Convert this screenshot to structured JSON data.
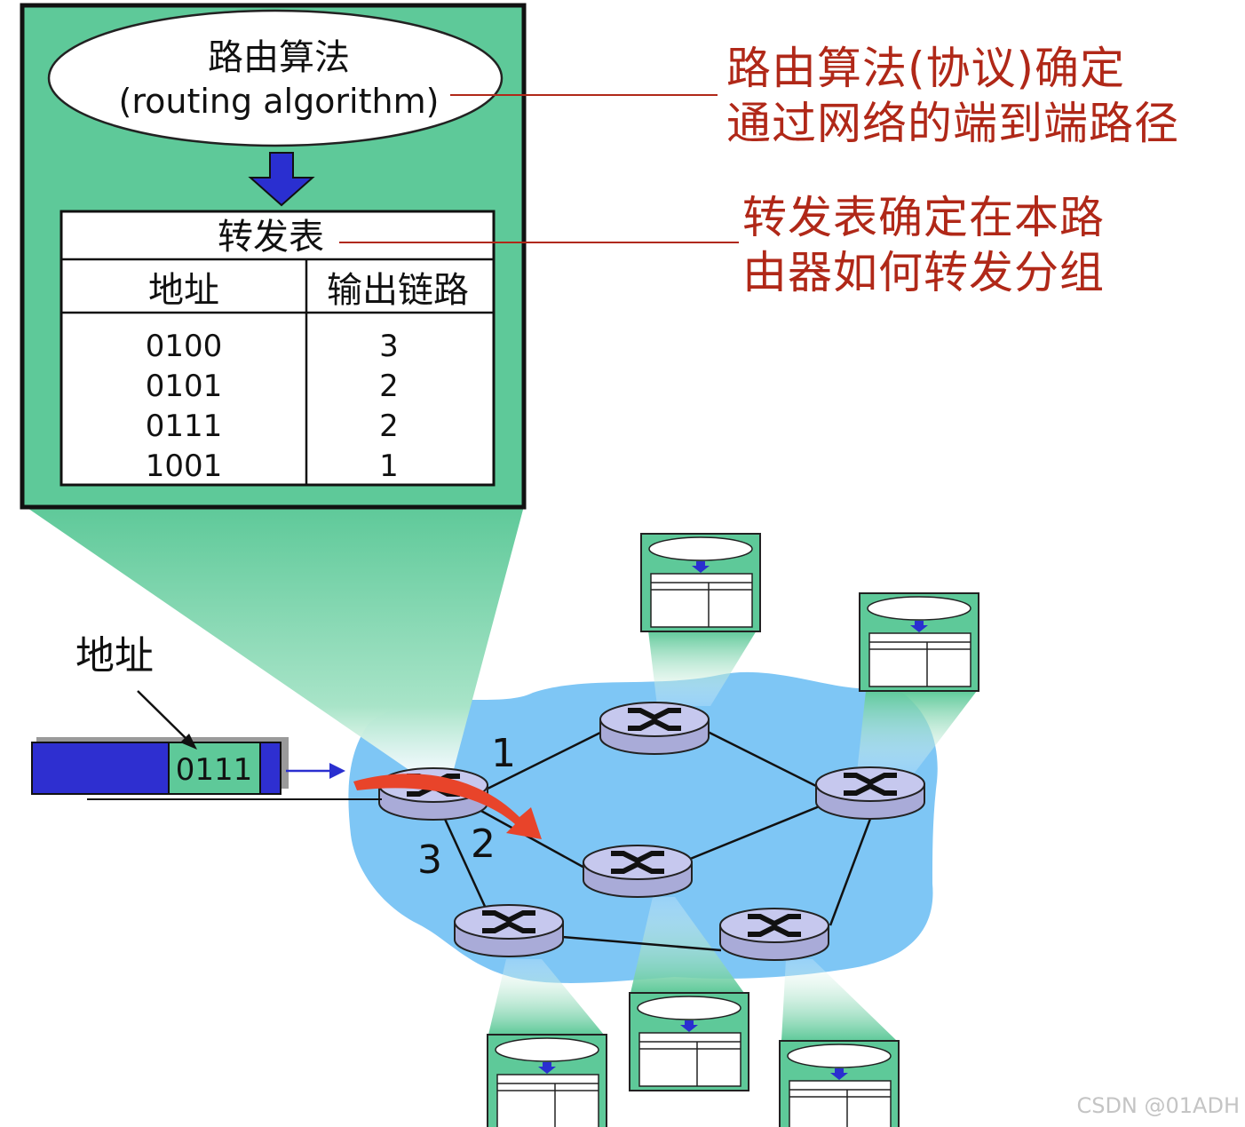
{
  "router_detail": {
    "algorithm_title": "路由算法",
    "algorithm_subtitle": "(routing algorithm)",
    "table_title": "转发表",
    "col_address": "地址",
    "col_link": "输出链路",
    "rows": [
      {
        "address": "0100",
        "link": "3"
      },
      {
        "address": "0101",
        "link": "2"
      },
      {
        "address": "0111",
        "link": "2"
      },
      {
        "address": "1001",
        "link": "1"
      }
    ]
  },
  "annotations": {
    "routing_note_line1": "路由算法(协议)确定",
    "routing_note_line2": "通过网络的端到端路径",
    "forwarding_note_line1": "转发表确定在本路",
    "forwarding_note_line2": "由器如何转发分组"
  },
  "packet": {
    "address_label": "地址",
    "header_value": "0111"
  },
  "links": {
    "link1": "1",
    "link2": "2",
    "link3": "3"
  },
  "watermark": "CSDN @01ADH",
  "colors": {
    "panel_green": "#5ec999",
    "cloud_blue": "#7ec6f5",
    "packet_blue": "#2e2fd0",
    "arrow_blue": "#2a2fd0",
    "note_red": "#b02818",
    "forward_arrow": "#e8442a",
    "router_fill": "#c6c8ee"
  },
  "icons": {
    "router": "router-icon",
    "down_arrow": "down-arrow-icon",
    "forward_arrow": "forwarding-arrow-icon"
  }
}
